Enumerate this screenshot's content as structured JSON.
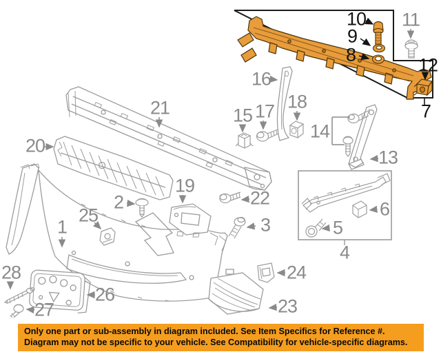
{
  "banner": {
    "line1": "Only one part or sub-assembly in diagram included. See Item Specifics for Reference #.",
    "line2": "Diagram may not be specific to your vehicle. See Compatibility for vehicle-specific diagrams.",
    "bg_color": "#F59D1E",
    "text_color": "#0A0A0A"
  },
  "colors": {
    "highlight_orange": "#E89C3B",
    "highlight_outline": "#4A3305",
    "line_gray": "#9C9C9C",
    "label_gray": "#8A8A8A",
    "label_black": "#141414",
    "assembly_box_black": "#1A1A1A"
  },
  "callouts": [
    {
      "label": "1",
      "highlighted": false
    },
    {
      "label": "2",
      "highlighted": false
    },
    {
      "label": "3",
      "highlighted": false
    },
    {
      "label": "4",
      "highlighted": false
    },
    {
      "label": "5",
      "highlighted": false
    },
    {
      "label": "6",
      "highlighted": false
    },
    {
      "label": "7",
      "highlighted": true
    },
    {
      "label": "8",
      "highlighted": true
    },
    {
      "label": "9",
      "highlighted": true
    },
    {
      "label": "10",
      "highlighted": true
    },
    {
      "label": "11",
      "highlighted": false
    },
    {
      "label": "12",
      "highlighted": true
    },
    {
      "label": "13",
      "highlighted": false
    },
    {
      "label": "14",
      "highlighted": false
    },
    {
      "label": "15",
      "highlighted": false
    },
    {
      "label": "16",
      "highlighted": false
    },
    {
      "label": "17",
      "highlighted": false
    },
    {
      "label": "18",
      "highlighted": false
    },
    {
      "label": "19",
      "highlighted": false
    },
    {
      "label": "20",
      "highlighted": false
    },
    {
      "label": "21",
      "highlighted": false
    },
    {
      "label": "22",
      "highlighted": false
    },
    {
      "label": "23",
      "highlighted": false
    },
    {
      "label": "24",
      "highlighted": false
    },
    {
      "label": "25",
      "highlighted": false
    },
    {
      "label": "26",
      "highlighted": false
    },
    {
      "label": "27",
      "highlighted": false
    },
    {
      "label": "28",
      "highlighted": false
    }
  ]
}
